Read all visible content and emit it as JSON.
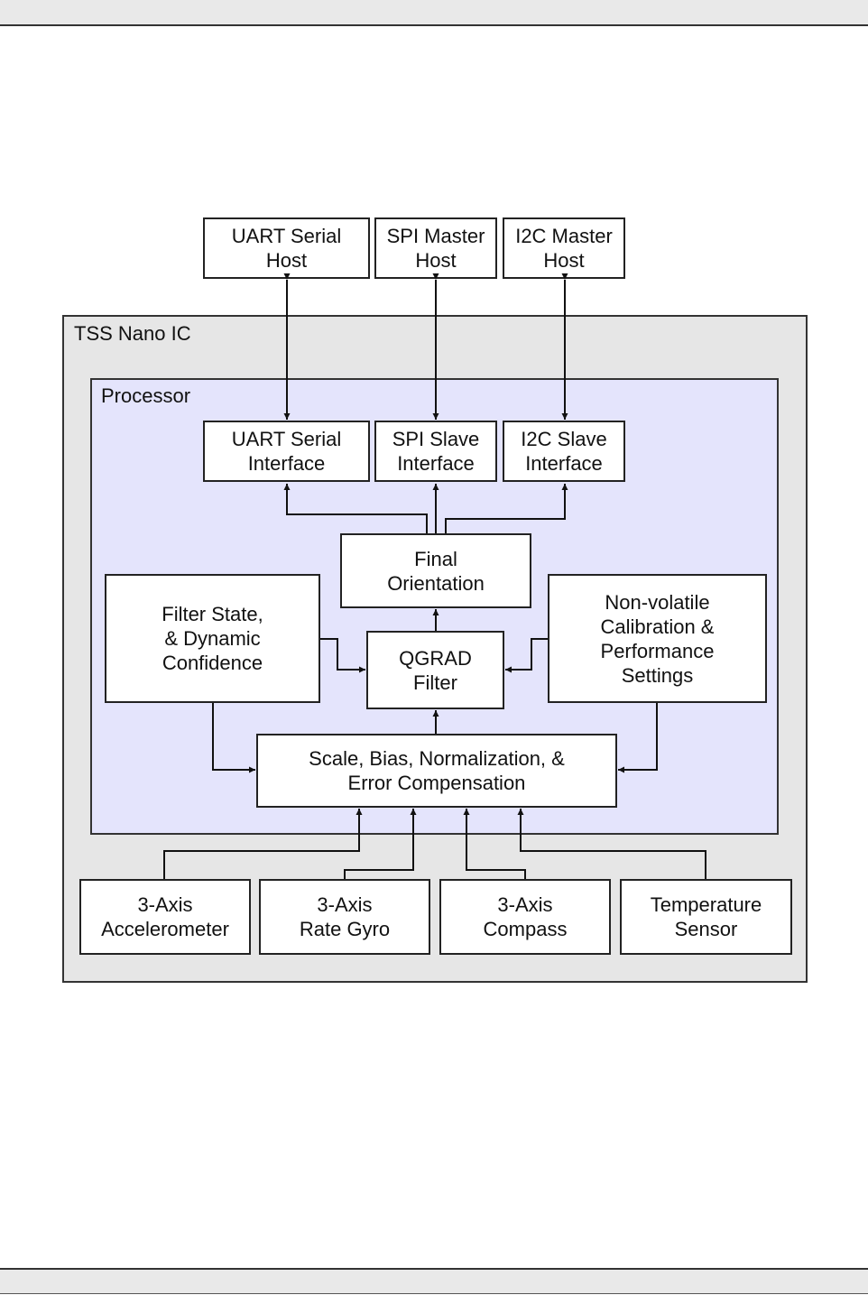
{
  "diagram": {
    "regions": {
      "ic": "TSS Nano IC",
      "processor": "Processor"
    },
    "hosts": {
      "uart": "UART Serial\nHost",
      "spi": "SPI Master\nHost",
      "i2c": "I2C Master\nHost"
    },
    "interfaces": {
      "uart": "UART Serial\nInterface",
      "spi": "SPI Slave\nInterface",
      "i2c": "I2C Slave\nInterface"
    },
    "blocks": {
      "final_orientation": "Final\nOrientation",
      "filter_state": "Filter State,\n& Dynamic\nConfidence",
      "qgrad": "QGRAD\nFilter",
      "calibration": "Non-volatile\nCalibration &\nPerformance\nSettings",
      "scale": "Scale, Bias, Normalization, &\nError Compensation"
    },
    "sensors": {
      "accelerometer": "3-Axis\nAccelerometer",
      "gyro": "3-Axis\nRate Gyro",
      "compass": "3-Axis\nCompass",
      "temperature": "Temperature\nSensor"
    }
  }
}
